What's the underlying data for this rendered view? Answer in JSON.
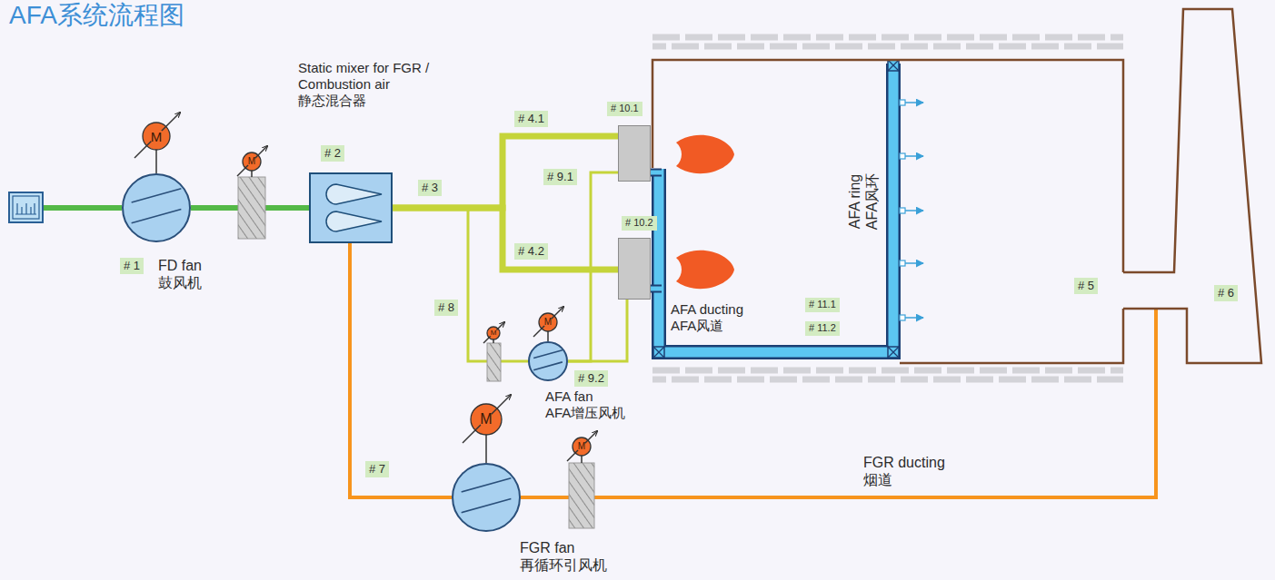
{
  "diagram": {
    "title": "AFA系统流程图",
    "nodes": [
      {
        "text": [
          "FD fan 鼓风机",
          "# 1"
        ]
      },
      {
        "text": [
          "Static mixer for FGR / Combustion air 静态混合器",
          "# 2"
        ]
      },
      {
        "text": [
          "# 10.1"
        ]
      },
      {
        "text": [
          "# 10.2"
        ]
      },
      {
        "text": [
          "AFA fan AFA增压风机"
        ]
      },
      {
        "text": [
          "FGR fan 再循环引风机"
        ]
      },
      {
        "text": [
          "# 5"
        ]
      },
      {
        "text": [
          "# 6"
        ]
      }
    ],
    "edges": [
      {
        "from": 0,
        "to": 1,
        "arrow": "none"
      },
      {
        "from": 1,
        "to": 2,
        "label": "# 4.1",
        "arrow": "none"
      },
      {
        "from": 1,
        "to": 3,
        "label": "# 4.2",
        "arrow": "none"
      },
      {
        "from": 1,
        "to": 4,
        "label": "# 8",
        "arrow": "none"
      },
      {
        "from": 4,
        "to": 2,
        "label": "# 9.1",
        "arrow": "none"
      },
      {
        "from": 4,
        "to": 3,
        "label": "# 9.2",
        "arrow": "none"
      },
      {
        "from": 7,
        "to": 5,
        "label": "FGR ducting 烟道",
        "arrow": "none"
      },
      {
        "from": 5,
        "to": 1,
        "label": "# 7",
        "arrow": "none"
      }
    ],
    "labels": [
      "# 3",
      "AFA ring AFA风环",
      "AFA ducting AFA风道",
      "# 11.1",
      "# 11.2",
      "M",
      "M",
      "M",
      "M",
      "M",
      "M"
    ]
  }
}
